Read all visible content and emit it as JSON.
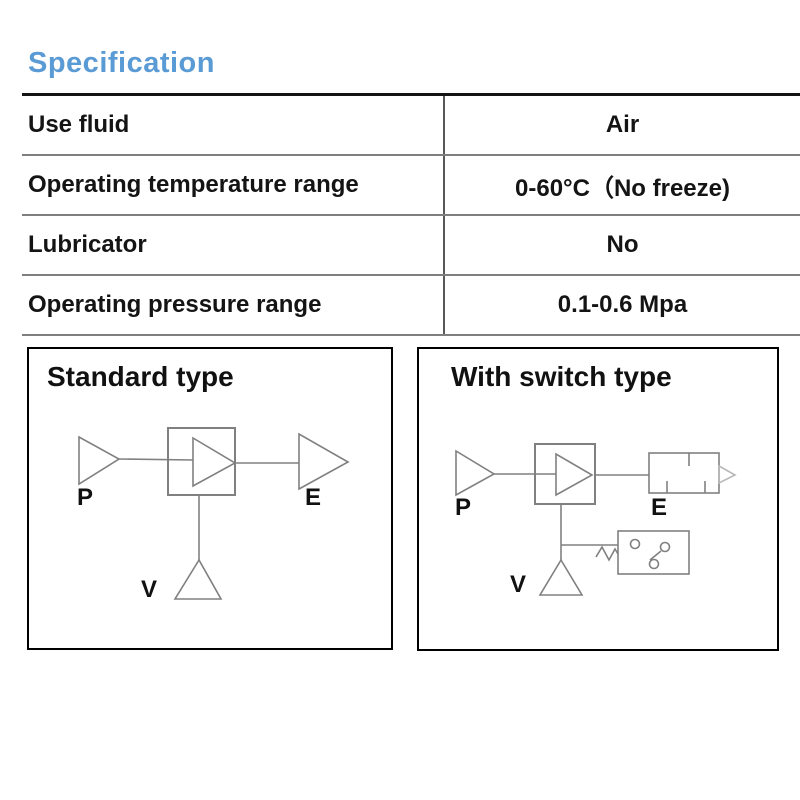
{
  "page": {
    "heading": "Specification",
    "heading_color": "#5b9bd5",
    "diagram_stroke_color": "#808080"
  },
  "spec_table": {
    "rows": [
      {
        "label": "Use fluid",
        "value": "Air"
      },
      {
        "label": "Operating temperature range",
        "value": "0-60°C（No freeze)"
      },
      {
        "label": "Lubricator",
        "value": "No"
      },
      {
        "label": "Operating pressure range",
        "value": "0.1-0.6 Mpa"
      }
    ]
  },
  "diagrams": {
    "standard": {
      "title": "Standard type",
      "port_p": "P",
      "port_e": "E",
      "port_v": "V"
    },
    "with_switch": {
      "title": "With switch type",
      "port_p": "P",
      "port_e": "E",
      "port_v": "V"
    }
  }
}
